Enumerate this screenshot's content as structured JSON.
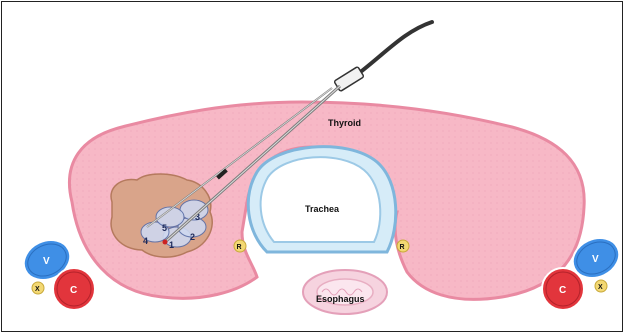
{
  "labels": {
    "thyroid": "Thyroid",
    "trachea": "Trachea",
    "esophagus": "Esophagus",
    "left_v": "V",
    "left_c": "C",
    "left_x": "X",
    "right_v": "V",
    "right_c": "C",
    "right_x": "X",
    "left_r": "R",
    "right_r": "R"
  },
  "ablation_zones": [
    "1",
    "2",
    "3",
    "4",
    "5"
  ],
  "colors": {
    "thyroid_fill": "#f7b8c6",
    "thyroid_stroke": "#e98aa2",
    "trachea_stroke": "#7fb6dc",
    "trachea_fill": "#e3f2fb",
    "nodule_fill": "#d9a48a",
    "vein": "#3f8fe6",
    "carotid": "#e2353c",
    "nerve": "#f3d873",
    "esophagus": "#f4c4d6"
  }
}
